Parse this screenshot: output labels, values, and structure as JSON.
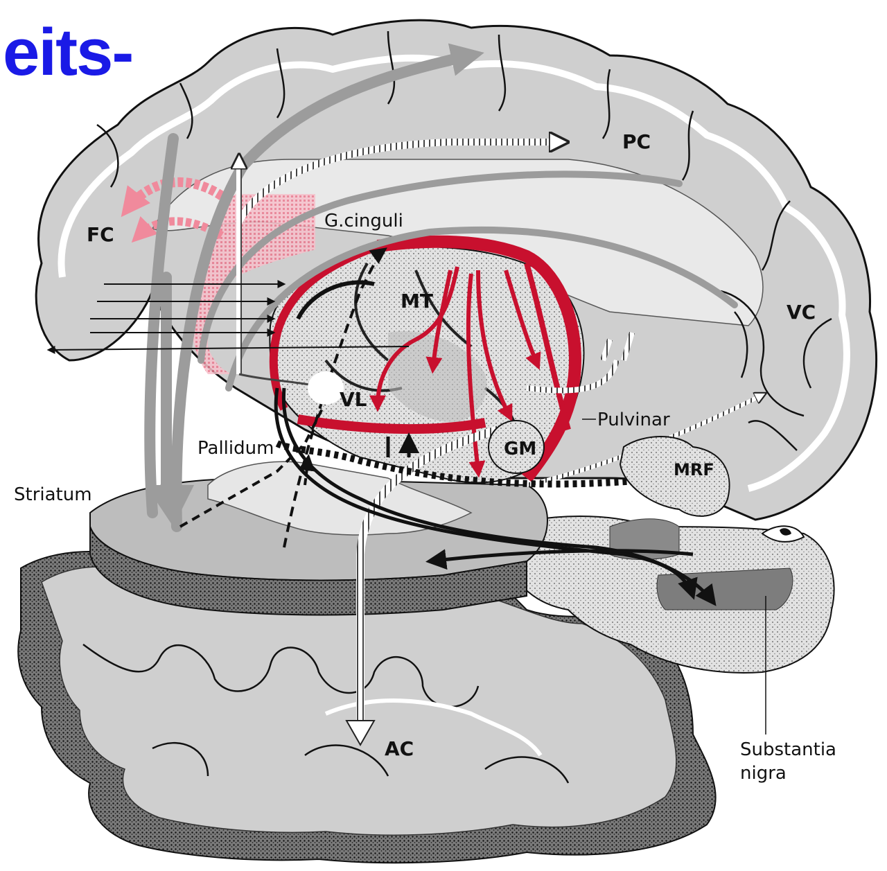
{
  "title_fragment": "eits-",
  "labels": {
    "pc": "PC",
    "fc": "FC",
    "vc": "VC",
    "ac": "AC",
    "mt": "MT",
    "vl": "VL",
    "gm": "GM",
    "mrf": "MRF",
    "g_cinguli": "G.cinguli",
    "pulvinar": "Pulvinar",
    "pallidum": "Pallidum",
    "striatum": "Striatum",
    "substantia_line1": "Substantia",
    "substantia_line2": "nigra"
  },
  "colors": {
    "title_blue": "#1a1ae6",
    "pathway_red": "#c8102e",
    "pink_projection": "#f08a9c",
    "cortex_gray": "#cfcfcf",
    "stipple_dark": "#2b2b2b"
  }
}
